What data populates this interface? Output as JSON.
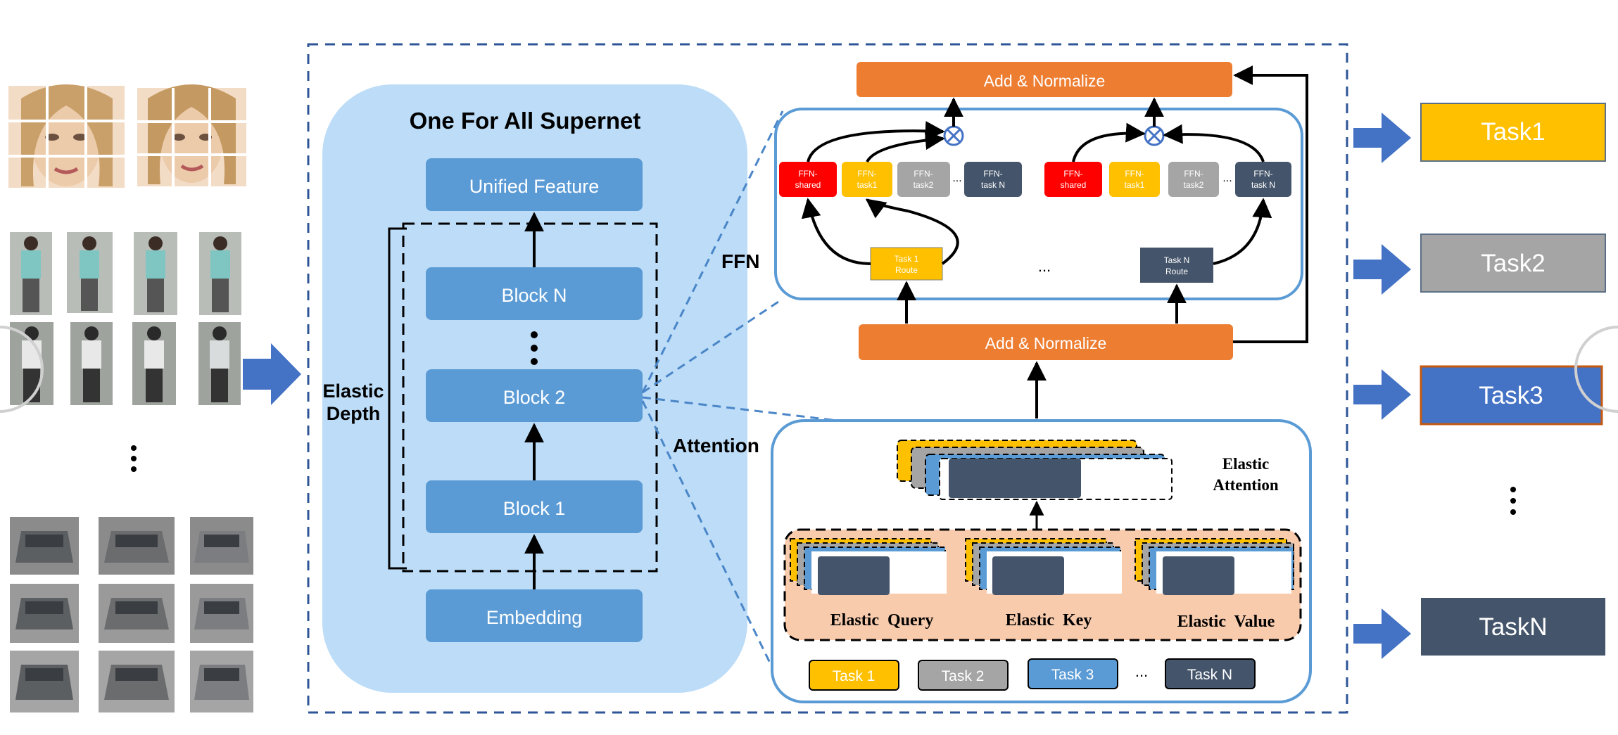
{
  "supernet": {
    "title": "One For All Supernet",
    "unified_feature": "Unified Feature",
    "block_n": "Block N",
    "block_2": "Block 2",
    "block_1": "Block 1",
    "embedding": "Embedding",
    "elastic_depth_line1": "Elastic",
    "elastic_depth_line2": "Depth"
  },
  "labels": {
    "ffn": "FFN",
    "attention": "Attention"
  },
  "ffn_panel": {
    "add_normalize_top": "Add & Normalize",
    "add_normalize_mid": "Add & Normalize",
    "left_group": [
      {
        "line1": "FFN-",
        "line2": "shared"
      },
      {
        "line1": "FFN-",
        "line2": "task1"
      },
      {
        "line1": "FFN-",
        "line2": "task2"
      },
      {
        "line1": "FFN-",
        "line2": "task N"
      }
    ],
    "right_group": [
      {
        "line1": "FFN-",
        "line2": "shared"
      },
      {
        "line1": "FFN-",
        "line2": "task1"
      },
      {
        "line1": "FFN-",
        "line2": "task2"
      },
      {
        "line1": "FFN-",
        "line2": "task N"
      }
    ],
    "task1_route": {
      "line1": "Task 1",
      "line2": "Route"
    },
    "taskn_route": {
      "line1": "Task N",
      "line2": "Route"
    },
    "ellipsis": "...",
    "small_ellipsis": "..."
  },
  "attention_panel": {
    "elastic_attention_line1": "Elastic",
    "elastic_attention_line2": "Attention",
    "query": "Elastic  Query",
    "key": "Elastic  Key",
    "value": "Elastic  Value",
    "legend": [
      "Task 1",
      "Task 2",
      "Task 3",
      "Task N"
    ],
    "ellipsis": "..."
  },
  "tasks": [
    "Task1",
    "Task2",
    "Task3",
    "TaskN"
  ],
  "colors": {
    "light_blue_panel": "#bcdcf7",
    "block_blue": "#5b9bd5",
    "orange": "#ed7d31",
    "yellow": "#ffc000",
    "gray": "#a5a5a5",
    "dark_slate": "#44546a",
    "red": "#ff0000",
    "peach": "#f8cbad",
    "arrow_blue": "#4472c4"
  }
}
